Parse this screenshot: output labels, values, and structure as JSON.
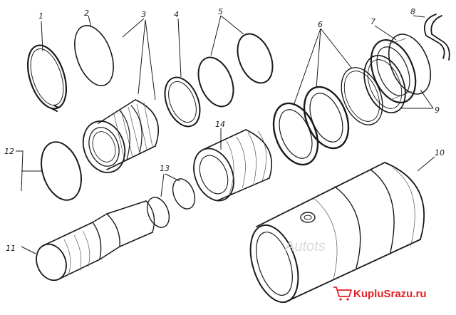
{
  "callouts": {
    "c1": "1",
    "c2": "2",
    "c3": "3",
    "c4": "4",
    "c5": "5",
    "c6": "6",
    "c7": "7",
    "c8": "8",
    "c9": "9",
    "c10": "10",
    "c11": "11",
    "c12": "12",
    "c13": "13",
    "c14": "14"
  },
  "watermark": {
    "text": "KupluSrazu.ru",
    "faint_text": "Autots",
    "color": "#e31e24"
  }
}
